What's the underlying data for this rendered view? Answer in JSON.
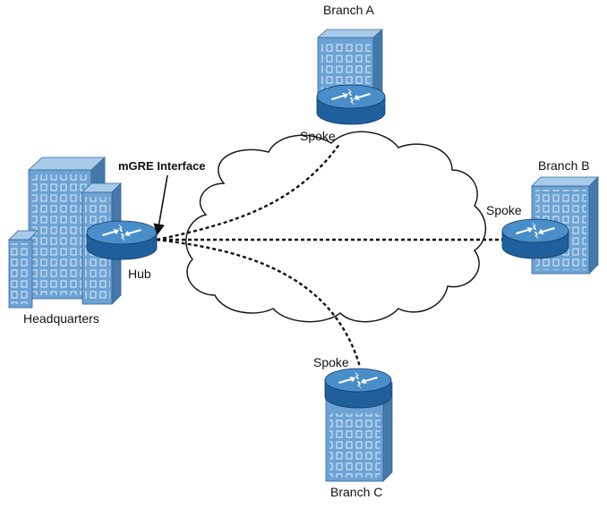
{
  "diagram": {
    "labels": {
      "headquarters": "Headquarters",
      "hub": "Hub",
      "mgre": "mGRE Interface",
      "branch_a": "Branch A",
      "branch_b": "Branch B",
      "branch_c": "Branch C",
      "spoke_a": "Spoke",
      "spoke_b": "Spoke",
      "spoke_c": "Spoke"
    },
    "colors": {
      "building_front": "#6da3d4",
      "building_side": "#4479a9",
      "building_top": "#a9cbea",
      "window": "#dceaf7",
      "router_top": "#4a8ec9",
      "router_side": "#1f5f9c",
      "cloud_stroke": "#1a1a1a",
      "link": "#111111"
    },
    "icons": [
      "building-icon",
      "router-icon",
      "cloud-icon",
      "arrow-icon"
    ]
  }
}
